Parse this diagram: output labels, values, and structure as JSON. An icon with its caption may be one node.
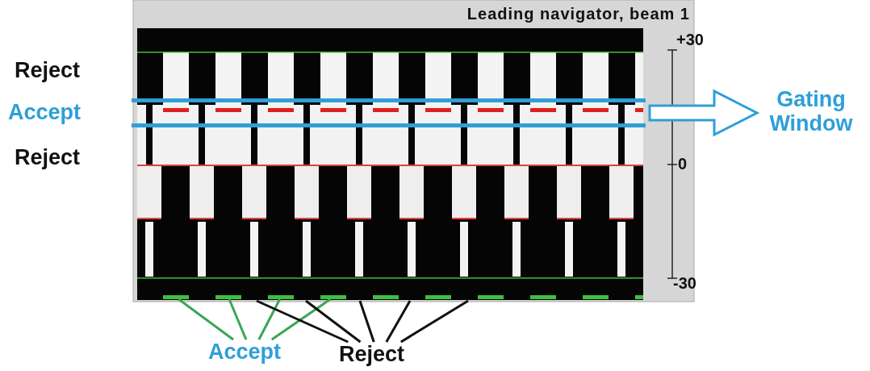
{
  "diagram": {
    "nodes": [
      {
        "text": [
          "Accept"
        ]
      },
      {
        "text": [],
        "shape": "bar"
      },
      {
        "text": [],
        "shape": "bar"
      },
      {
        "text": [],
        "shape": "bar"
      },
      {
        "text": [],
        "shape": "bar"
      },
      {
        "text": [
          "Reject"
        ]
      },
      {
        "text": [],
        "shape": "bar"
      },
      {
        "text": [
          "Gating Window"
        ]
      }
    ],
    "edges": [
      {
        "from": 0,
        "to": 1,
        "arrow": "none",
        "color": "#3aa655"
      },
      {
        "from": 0,
        "to": 2,
        "arrow": "none",
        "color": "#3aa655"
      },
      {
        "from": 0,
        "to": 3,
        "arrow": "none",
        "color": "#3aa655"
      },
      {
        "from": 0,
        "to": 4,
        "arrow": "none",
        "color": "#3aa655"
      },
      {
        "from": 5,
        "to": null,
        "arrow": "none"
      },
      {
        "from": 5,
        "to": null,
        "arrow": "none"
      },
      {
        "from": 5,
        "to": null,
        "arrow": "none"
      },
      {
        "from": 5,
        "to": null,
        "arrow": "none"
      },
      {
        "from": 5,
        "to": null,
        "arrow": "none"
      },
      {
        "from": 6,
        "to": 7,
        "arrow": "to",
        "color": "#2e9fd8"
      }
    ],
    "labels": [
      "Leading navigator, beam 1",
      "+30",
      "Reject",
      "Accept",
      "Reject",
      "0",
      "-30"
    ]
  }
}
